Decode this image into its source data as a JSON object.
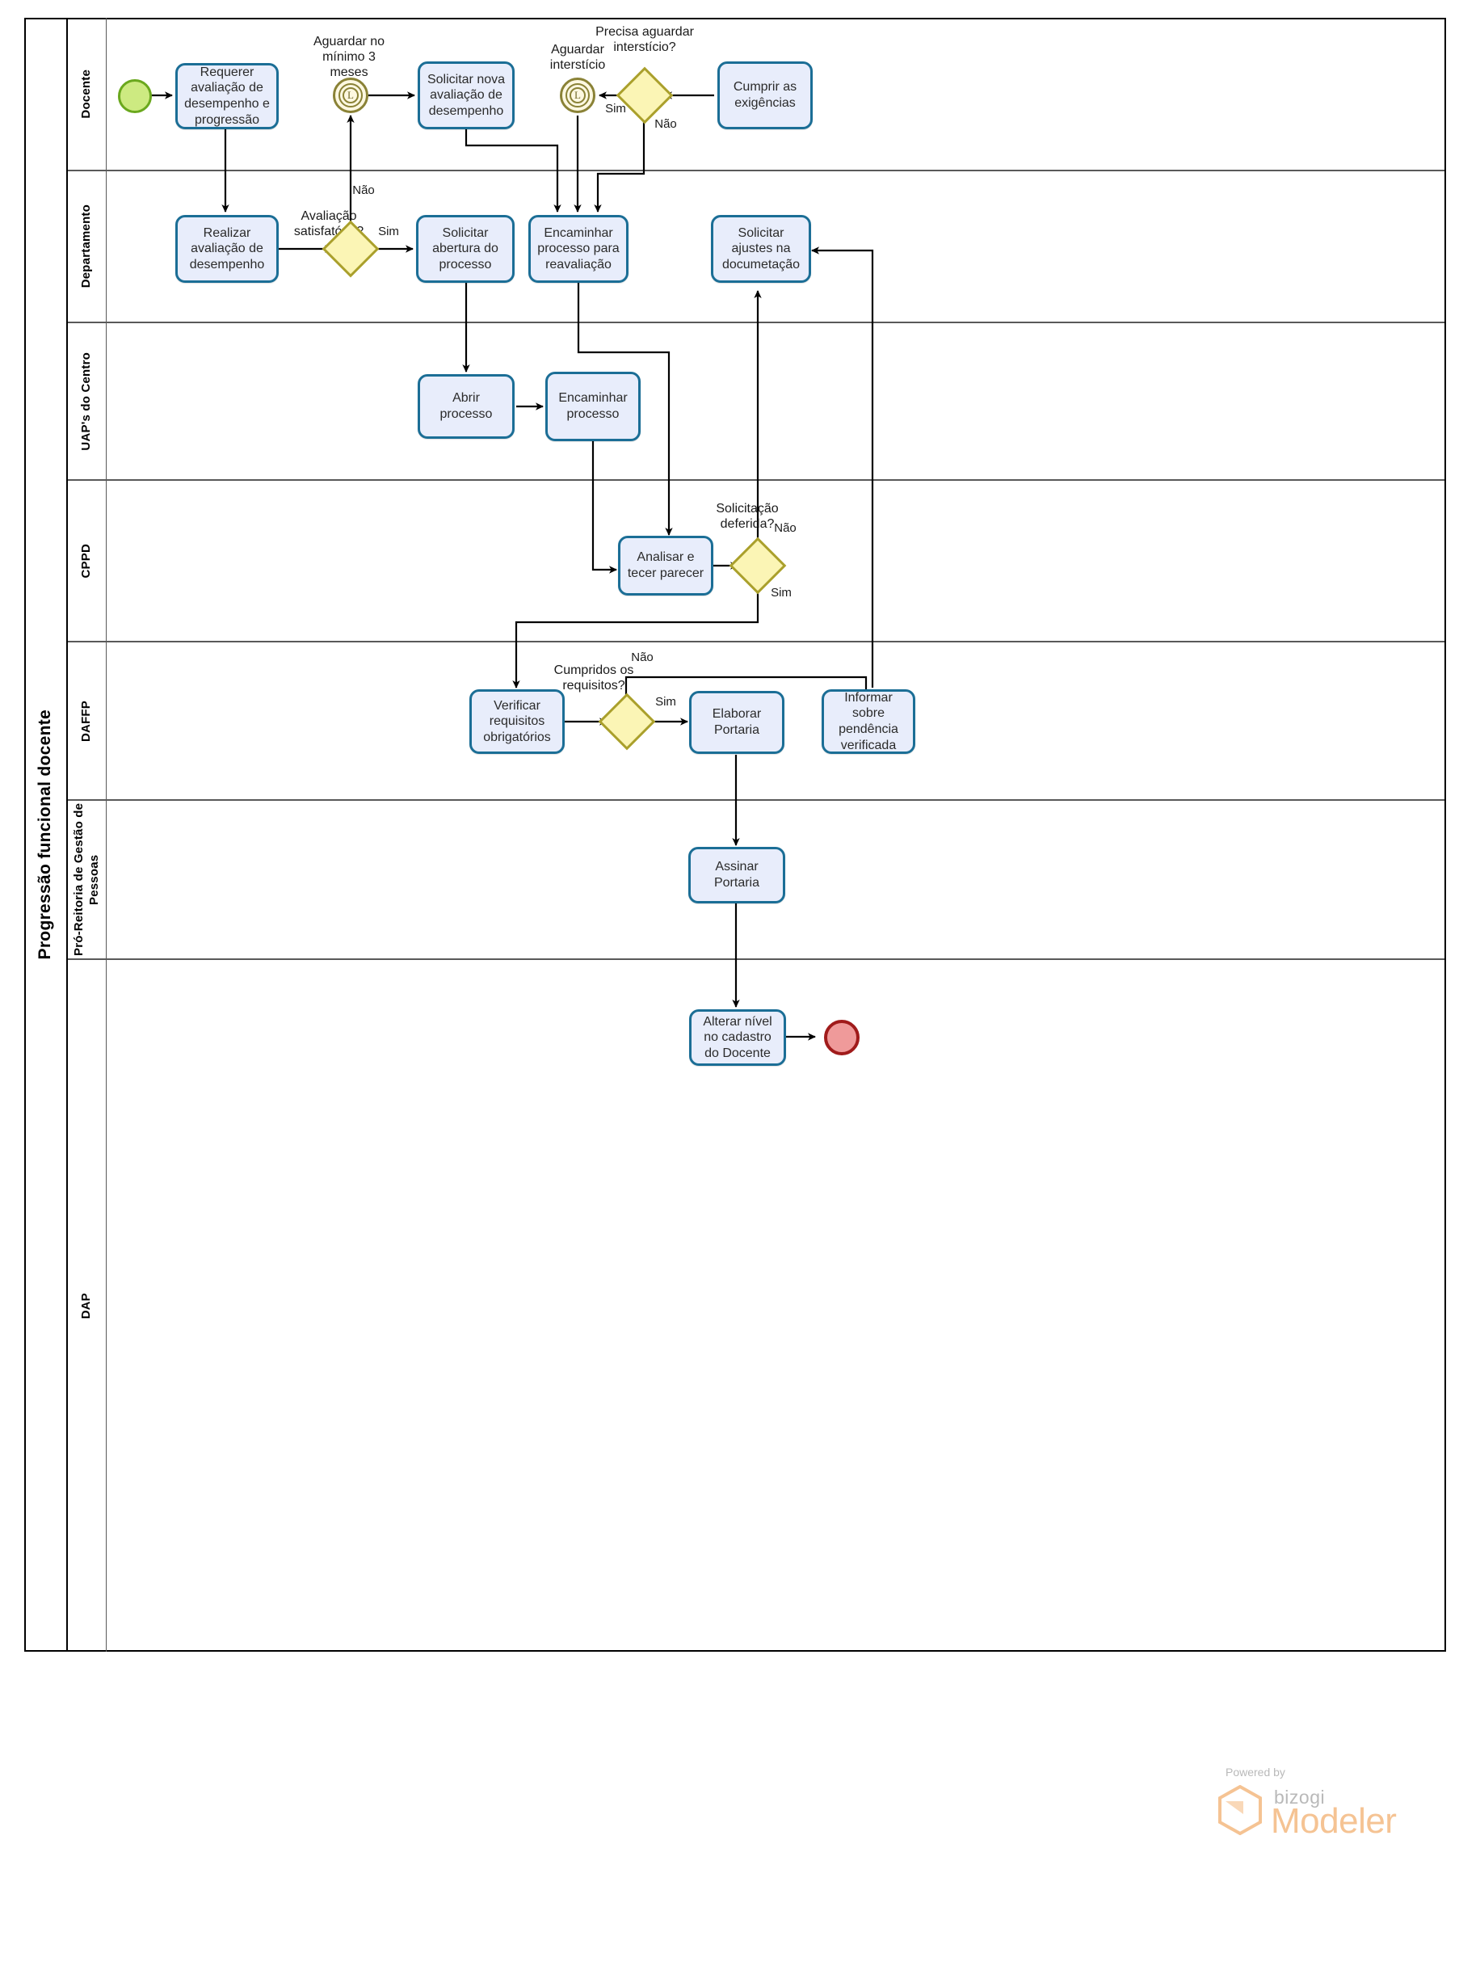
{
  "pool": {
    "title": "Progressão funcional docente"
  },
  "lanes": [
    {
      "id": "docente",
      "label": "Docente"
    },
    {
      "id": "departamento",
      "label": "Departamento"
    },
    {
      "id": "uaps",
      "label": "UAP's do Centro"
    },
    {
      "id": "cppd",
      "label": "CPPD"
    },
    {
      "id": "daffp",
      "label": "DAFFP"
    },
    {
      "id": "progep",
      "label": "Pró-Reitoria de Gestão de Pessoas"
    },
    {
      "id": "dap",
      "label": "DAP"
    }
  ],
  "nodes": {
    "start_event": {
      "type": "start-event",
      "label": ""
    },
    "t_requerer": {
      "type": "task",
      "label": "Requerer avaliação de desempenho e progressão"
    },
    "e_aguardar3meses": {
      "type": "timer-event",
      "label": "Aguardar no mínimo 3 meses"
    },
    "t_solicitar_nova_aval": {
      "type": "task",
      "label": "Solicitar nova avaliação de desempenho"
    },
    "e_aguardar_intersticio": {
      "type": "timer-event",
      "label": "Aguardar interstício"
    },
    "g_precisa_intersticio": {
      "type": "gateway",
      "label": "Precisa aguardar interstício?"
    },
    "t_cumprir_exigencias": {
      "type": "task",
      "label": "Cumprir as exigências"
    },
    "t_realizar_aval": {
      "type": "task",
      "label": "Realizar avaliação de desempenho"
    },
    "g_aval_satisfatoria": {
      "type": "gateway",
      "label": "Avaliação satisfatória?"
    },
    "t_solicitar_abertura": {
      "type": "task",
      "label": "Solicitar abertura do processo"
    },
    "t_encaminhar_reaval": {
      "type": "task",
      "label": "Encaminhar processo para reavaliação"
    },
    "t_solicitar_ajustes": {
      "type": "task",
      "label": "Solicitar ajustes na documetação"
    },
    "t_abrir_processo": {
      "type": "task",
      "label": "Abrir processo"
    },
    "t_encaminhar_processo": {
      "type": "task",
      "label": "Encaminhar processo"
    },
    "t_analisar_parecer": {
      "type": "task",
      "label": "Analisar e tecer parecer"
    },
    "g_solicitacao_deferida": {
      "type": "gateway",
      "label": "Solicitação deferida?"
    },
    "t_verificar_requisitos": {
      "type": "task",
      "label": "Verificar requisitos obrigatórios"
    },
    "g_cumpridos_requisitos": {
      "type": "gateway",
      "label": "Cumpridos os requisitos?"
    },
    "t_elaborar_portaria": {
      "type": "task",
      "label": "Elaborar Portaria"
    },
    "t_informar_pendencia": {
      "type": "task",
      "label": "Informar sobre pendência verificada"
    },
    "t_assinar_portaria": {
      "type": "task",
      "label": "Assinar Portaria"
    },
    "t_alterar_nivel": {
      "type": "task",
      "label": "Alterar nível no cadastro do Docente"
    },
    "end_event": {
      "type": "end-event",
      "label": ""
    }
  },
  "flow_labels": {
    "aval_nao": "Não",
    "aval_sim": "Sim",
    "intersticio_sim": "Sim",
    "intersticio_nao": "Não",
    "deferida_nao": "Não",
    "deferida_sim": "Sim",
    "requisitos_nao": "Não",
    "requisitos_sim": "Sim"
  },
  "timer_glyph": "L",
  "logo": {
    "powered_by": "Powered by",
    "brand_small": "bizogi",
    "brand_big": "Modeler"
  },
  "colors": {
    "task_fill": "#e8edfb",
    "task_border": "#1b6e96",
    "gateway_fill": "#fbf5b5",
    "gateway_border": "#aaa02c",
    "start_fill": "#cdea81",
    "start_border": "#6aa81d",
    "end_fill": "#ef9a9a",
    "end_border": "#a01b1b",
    "timer_fill": "#fdf8e1",
    "timer_border": "#8a8236",
    "lane_border": "#595959",
    "pool_border": "#000000",
    "flow_stroke": "#000000",
    "logo_accent": "#f5c393"
  }
}
